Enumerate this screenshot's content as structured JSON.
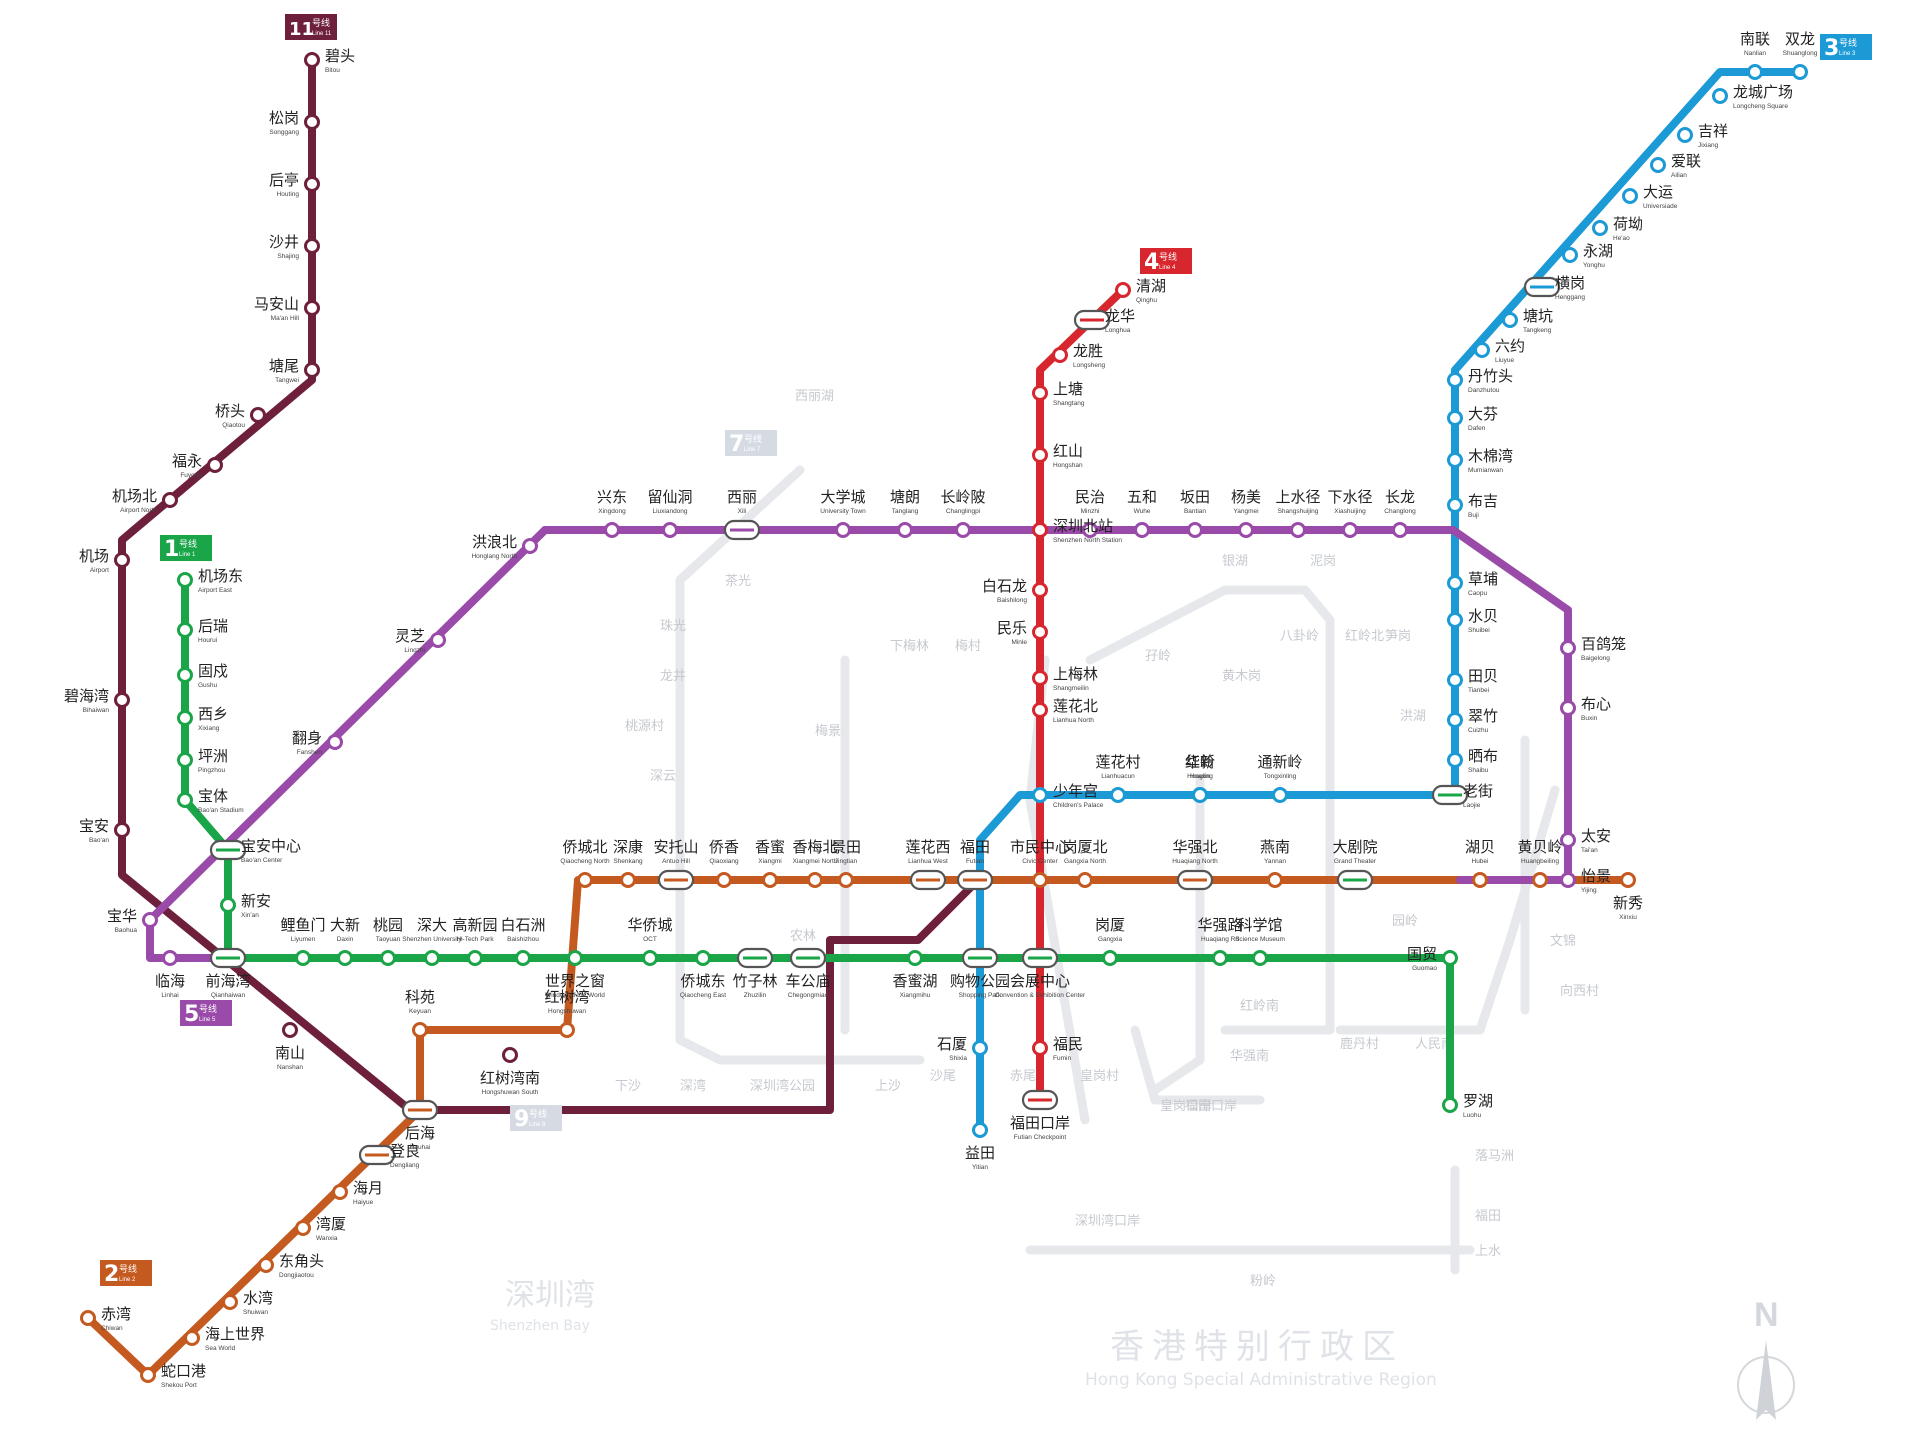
{
  "map": {
    "north_label": "N",
    "region_cn": "香港特别行政区",
    "region_en": "Hong Kong Special Administrative Region",
    "shenzhen_bay": "深圳湾",
    "shenzhen_bay_en": "Shenzhen Bay"
  },
  "colors": {
    "line1": "#1aa548",
    "line2": "#c45a1f",
    "line3": "#1b9ad6",
    "line4": "#d7262e",
    "line5": "#9a4aa8",
    "line11": "#6d1f3b",
    "ghost": "#e4e6ea"
  },
  "lines": [
    {
      "id": "line1",
      "badge": "1",
      "label": "号线",
      "label_en": "Line 1"
    },
    {
      "id": "line2",
      "badge": "2",
      "label": "号线",
      "label_en": "Line 2"
    },
    {
      "id": "line3",
      "badge": "3",
      "label": "号线",
      "label_en": "Line 3"
    },
    {
      "id": "line4",
      "badge": "4",
      "label": "号线",
      "label_en": "Line 4"
    },
    {
      "id": "line5",
      "badge": "5",
      "label": "号线",
      "label_en": "Line 5"
    },
    {
      "id": "line7",
      "badge": "7",
      "label": "号线",
      "label_en": "Line 7"
    },
    {
      "id": "line9",
      "badge": "9",
      "label": "号线",
      "label_en": "Line 9"
    },
    {
      "id": "line11",
      "badge": "11",
      "label": "号线",
      "label_en": "Line 11"
    }
  ],
  "stations": [
    {
      "cn": "碧头",
      "en": "Bitou"
    },
    {
      "cn": "松岗",
      "en": "Songgang"
    },
    {
      "cn": "后亭",
      "en": "Houting"
    },
    {
      "cn": "沙井",
      "en": "Shajing"
    },
    {
      "cn": "马安山",
      "en": "Ma'an Hill"
    },
    {
      "cn": "塘尾",
      "en": "Tangwei"
    },
    {
      "cn": "桥头",
      "en": "Qiaotou"
    },
    {
      "cn": "福永",
      "en": "Fuyong"
    },
    {
      "cn": "机场北",
      "en": "Airport North"
    },
    {
      "cn": "机场",
      "en": "Airport"
    },
    {
      "cn": "碧海湾",
      "en": "Bihaiwan"
    },
    {
      "cn": "宝安",
      "en": "Bao'an"
    },
    {
      "cn": "机场东",
      "en": "Airport East"
    },
    {
      "cn": "后瑞",
      "en": "Hourui"
    },
    {
      "cn": "固戍",
      "en": "Gushu"
    },
    {
      "cn": "西乡",
      "en": "Xixiang"
    },
    {
      "cn": "坪洲",
      "en": "Pingzhou"
    },
    {
      "cn": "宝体",
      "en": "Bao'an Stadium"
    },
    {
      "cn": "宝安中心",
      "en": "Bao'an Center"
    },
    {
      "cn": "新安",
      "en": "Xin'an"
    },
    {
      "cn": "宝华",
      "en": "Baohua"
    },
    {
      "cn": "临海",
      "en": "Linhai"
    },
    {
      "cn": "前海湾",
      "en": "Qianhaiwan"
    },
    {
      "cn": "南山",
      "en": "Nanshan"
    },
    {
      "cn": "鲤鱼门",
      "en": "Liyumen"
    },
    {
      "cn": "大新",
      "en": "Daxin"
    },
    {
      "cn": "桃园",
      "en": "Taoyuan"
    },
    {
      "cn": "深大",
      "en": "Shenzhen University"
    },
    {
      "cn": "高新园",
      "en": "Hi-Tech Park"
    },
    {
      "cn": "白石洲",
      "en": "Baishizhou"
    },
    {
      "cn": "世界之窗",
      "en": "Window of the World"
    },
    {
      "cn": "华侨城",
      "en": "OCT"
    },
    {
      "cn": "侨城东",
      "en": "Qiaocheng East"
    },
    {
      "cn": "竹子林",
      "en": "Zhuzilin"
    },
    {
      "cn": "车公庙",
      "en": "Chegongmiao"
    },
    {
      "cn": "香蜜湖",
      "en": "Xiangmihu"
    },
    {
      "cn": "购物公园",
      "en": "Shopping Park"
    },
    {
      "cn": "会展中心",
      "en": "Convention & Exhibition Center"
    },
    {
      "cn": "岗厦",
      "en": "Gangxia"
    },
    {
      "cn": "华强路",
      "en": "Huaqiang Rd"
    },
    {
      "cn": "科学馆",
      "en": "Science Museum"
    },
    {
      "cn": "大剧院",
      "en": "Grand Theater"
    },
    {
      "cn": "老街",
      "en": "Laojie"
    },
    {
      "cn": "国贸",
      "en": "Guomao"
    },
    {
      "cn": "罗湖",
      "en": "Luohu"
    },
    {
      "cn": "赤湾",
      "en": "Chiwan"
    },
    {
      "cn": "蛇口港",
      "en": "Shekou Port"
    },
    {
      "cn": "海上世界",
      "en": "Sea World"
    },
    {
      "cn": "水湾",
      "en": "Shuiwan"
    },
    {
      "cn": "东角头",
      "en": "Dongjiaotou"
    },
    {
      "cn": "湾厦",
      "en": "Wanxia"
    },
    {
      "cn": "海月",
      "en": "Haiyue"
    },
    {
      "cn": "登良",
      "en": "Dengliang"
    },
    {
      "cn": "后海",
      "en": "Houhai"
    },
    {
      "cn": "科苑",
      "en": "Keyuan"
    },
    {
      "cn": "红树湾",
      "en": "Hongshuwan"
    },
    {
      "cn": "侨城北",
      "en": "Qiaocheng North"
    },
    {
      "cn": "深康",
      "en": "Shenkang"
    },
    {
      "cn": "安托山",
      "en": "Antuo Hill"
    },
    {
      "cn": "侨香",
      "en": "Qiaoxiang"
    },
    {
      "cn": "香蜜",
      "en": "Xiangmi"
    },
    {
      "cn": "香梅北",
      "en": "Xiangmei North"
    },
    {
      "cn": "景田",
      "en": "Jingtian"
    },
    {
      "cn": "莲花西",
      "en": "Lianhua West"
    },
    {
      "cn": "福田",
      "en": "Futian"
    },
    {
      "cn": "市民中心",
      "en": "Civic Center"
    },
    {
      "cn": "岗厦北",
      "en": "Gangxia North"
    },
    {
      "cn": "华强北",
      "en": "Huaqiang North"
    },
    {
      "cn": "燕南",
      "en": "Yannan"
    },
    {
      "cn": "湖贝",
      "en": "Hubei"
    },
    {
      "cn": "黄贝岭",
      "en": "Huangbeiling"
    },
    {
      "cn": "新秀",
      "en": "Xinxiu"
    },
    {
      "cn": "双龙",
      "en": "Shuanglong"
    },
    {
      "cn": "南联",
      "en": "Nanlian"
    },
    {
      "cn": "龙城广场",
      "en": "Longcheng Square"
    },
    {
      "cn": "吉祥",
      "en": "Jixiang"
    },
    {
      "cn": "爱联",
      "en": "Ailian"
    },
    {
      "cn": "大运",
      "en": "Universiade"
    },
    {
      "cn": "荷坳",
      "en": "He'ao"
    },
    {
      "cn": "永湖",
      "en": "Yonghu"
    },
    {
      "cn": "横岗",
      "en": "Henggang"
    },
    {
      "cn": "塘坑",
      "en": "Tangkeng"
    },
    {
      "cn": "六约",
      "en": "Liuyue"
    },
    {
      "cn": "丹竹头",
      "en": "Danzhutou"
    },
    {
      "cn": "大芬",
      "en": "Dafen"
    },
    {
      "cn": "木棉湾",
      "en": "Mumianwan"
    },
    {
      "cn": "布吉",
      "en": "Buji"
    },
    {
      "cn": "草埔",
      "en": "Caopu"
    },
    {
      "cn": "水贝",
      "en": "Shuibei"
    },
    {
      "cn": "田贝",
      "en": "Tianbei"
    },
    {
      "cn": "翠竹",
      "en": "Cuizhu"
    },
    {
      "cn": "晒布",
      "en": "Shaibu"
    },
    {
      "cn": "通新岭",
      "en": "Tongxinling"
    },
    {
      "cn": "红岭",
      "en": "Hongling"
    },
    {
      "cn": "华新",
      "en": "Huaxin"
    },
    {
      "cn": "莲花村",
      "en": "Lianhuacun"
    },
    {
      "cn": "少年宫",
      "en": "Children's Palace"
    },
    {
      "cn": "石厦",
      "en": "Shixia"
    },
    {
      "cn": "益田",
      "en": "Yitian"
    },
    {
      "cn": "清湖",
      "en": "Qinghu"
    },
    {
      "cn": "龙华",
      "en": "Longhua"
    },
    {
      "cn": "龙胜",
      "en": "Longsheng"
    },
    {
      "cn": "上塘",
      "en": "Shangtang"
    },
    {
      "cn": "红山",
      "en": "Hongshan"
    },
    {
      "cn": "深圳北站",
      "en": "Shenzhen North Station"
    },
    {
      "cn": "白石龙",
      "en": "Baishilong"
    },
    {
      "cn": "民乐",
      "en": "Minle"
    },
    {
      "cn": "上梅林",
      "en": "Shangmeilin"
    },
    {
      "cn": "莲花北",
      "en": "Lianhua North"
    },
    {
      "cn": "福民",
      "en": "Fumin"
    },
    {
      "cn": "福田口岸",
      "en": "Futian Checkpoint"
    },
    {
      "cn": "太安",
      "en": "Tai'an"
    },
    {
      "cn": "怡景",
      "en": "Yijing"
    },
    {
      "cn": "百鸽笼",
      "en": "Baigelong"
    },
    {
      "cn": "布心",
      "en": "Buxin"
    },
    {
      "cn": "长龙",
      "en": "Changlong"
    },
    {
      "cn": "下水径",
      "en": "Xiashuijing"
    },
    {
      "cn": "上水径",
      "en": "Shangshuijing"
    },
    {
      "cn": "杨美",
      "en": "Yangmei"
    },
    {
      "cn": "坂田",
      "en": "Bantian"
    },
    {
      "cn": "五和",
      "en": "Wuhe"
    },
    {
      "cn": "民治",
      "en": "Minzhi"
    },
    {
      "cn": "长岭陂",
      "en": "Changlingpi"
    },
    {
      "cn": "塘朗",
      "en": "Tanglang"
    },
    {
      "cn": "大学城",
      "en": "University Town"
    },
    {
      "cn": "西丽",
      "en": "Xili"
    },
    {
      "cn": "留仙洞",
      "en": "Liuxiandong"
    },
    {
      "cn": "兴东",
      "en": "Xingdong"
    },
    {
      "cn": "洪浪北",
      "en": "Honglang North"
    },
    {
      "cn": "灵芝",
      "en": "Lingzhi"
    },
    {
      "cn": "翻身",
      "en": "Fanshen"
    },
    {
      "cn": "红树湾南",
      "en": "Hongshuwan South"
    }
  ],
  "ghost_labels": [
    "西丽湖",
    "茶光",
    "珠光",
    "龙井",
    "桃源村",
    "深云",
    "梅景",
    "下梅林",
    "梅村",
    "孖岭",
    "银湖",
    "泥岗",
    "八卦岭",
    "黄木岗",
    "红岭北",
    "笋岗",
    "洪湖",
    "园岭",
    "红岭南",
    "华强南",
    "赤尾",
    "皇岗村",
    "皇岗口岸",
    "福田口岸",
    "沙尾",
    "上沙",
    "下沙",
    "深湾",
    "深圳湾公园",
    "农林",
    "文锦",
    "向西村",
    "人民南",
    "鹿丹村",
    "落马洲",
    "福田",
    "上水",
    "粉岭",
    "深圳湾口岸"
  ]
}
